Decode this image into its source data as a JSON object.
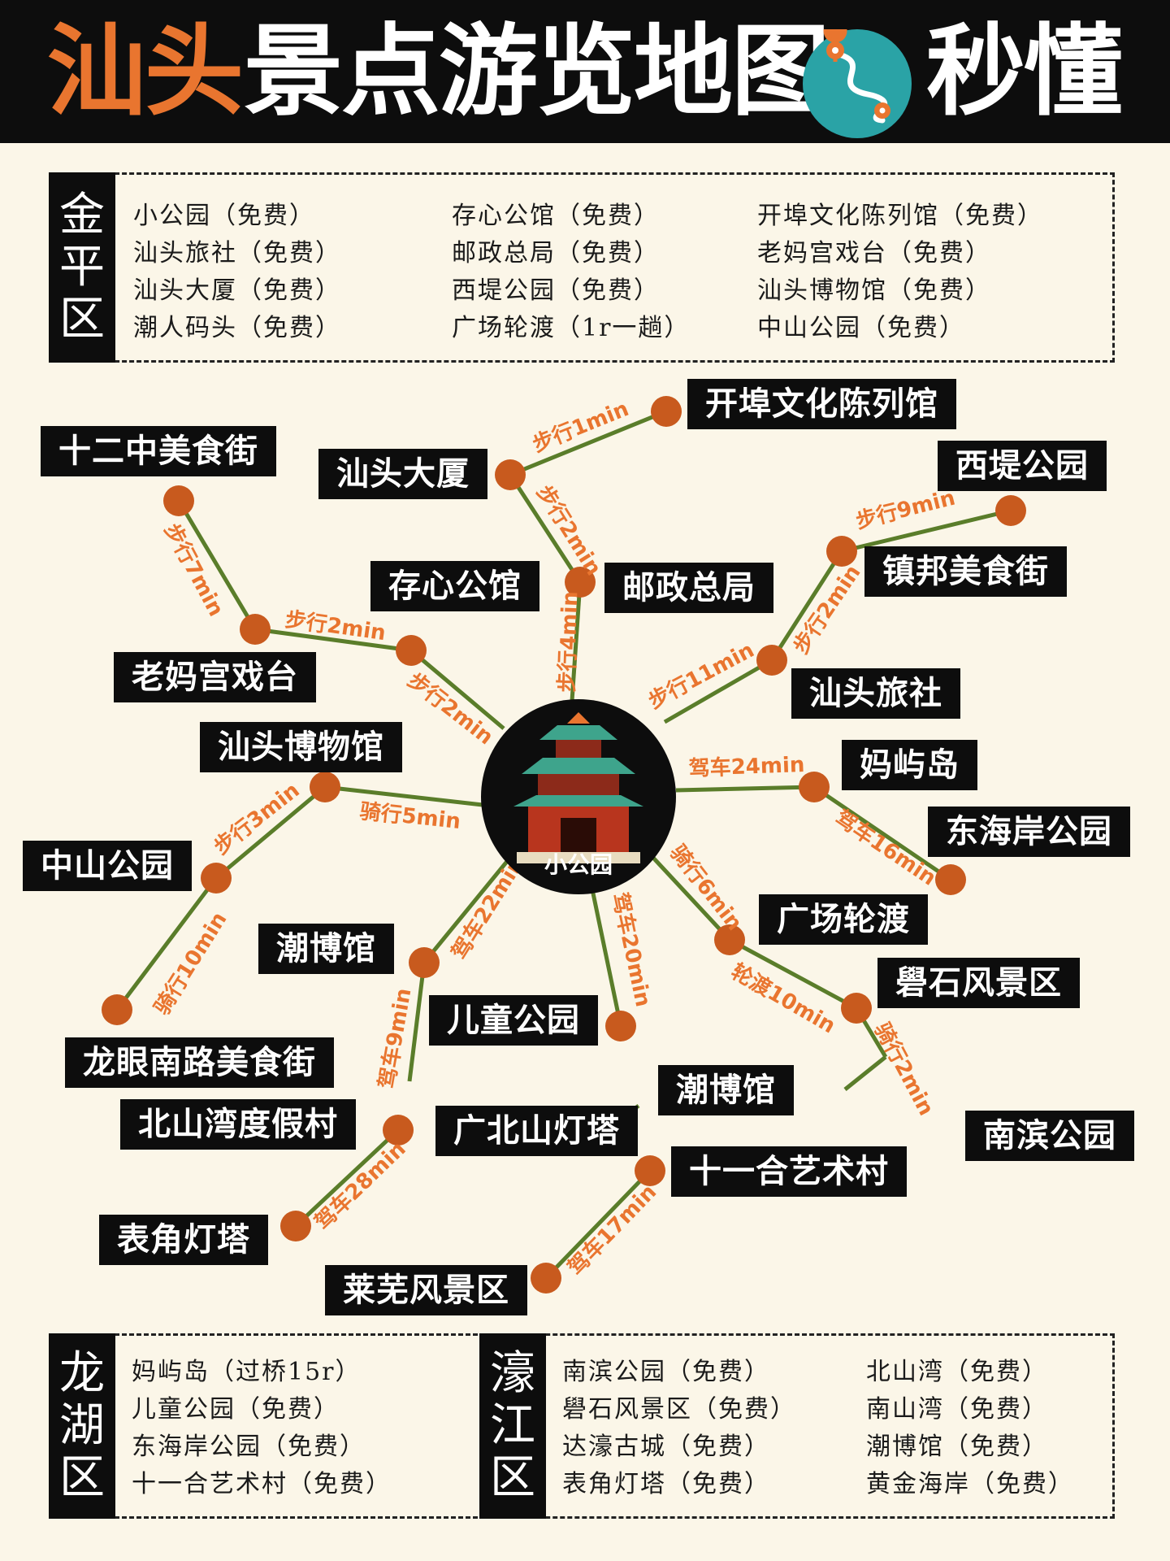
{
  "title": {
    "highlight": "汕头",
    "main": "景点游览地图",
    "suffix": "秒懂"
  },
  "districts": {
    "jinping": {
      "name": [
        "金",
        "平",
        "区"
      ],
      "items": [
        "小公园（免费）",
        "存心公馆（免费）",
        "开埠文化陈列馆（免费）",
        "汕头旅社（免费）",
        "邮政总局（免费）",
        "老妈宫戏台（免费）",
        "汕头大厦（免费）",
        "西堤公园（免费）",
        "汕头博物馆（免费）",
        "潮人码头（免费）",
        "广场轮渡（1r一趟）",
        "中山公园（免费）"
      ]
    },
    "longhu": {
      "name": [
        "龙",
        "湖",
        "区"
      ],
      "items": [
        "妈屿岛（过桥15r）",
        "儿童公园（免费）",
        "东海岸公园（免费）",
        "十一合艺术村（免费）"
      ]
    },
    "haojiang": {
      "name": [
        "濠",
        "江",
        "区"
      ],
      "items": [
        "南滨公园（免费）",
        "北山湾（免费）",
        "礐石风景区（免费）",
        "南山湾（免费）",
        "达濠古城（免费）",
        "潮博馆（免费）",
        "表角灯塔（免费）",
        "黄金海岸（免费）"
      ]
    }
  },
  "hub": {
    "name": "小公园"
  },
  "places": [
    "开埠文化陈列馆",
    "十二中美食街",
    "汕头大厦",
    "西堤公园",
    "存心公馆",
    "邮政总局",
    "镇邦美食街",
    "老妈宫戏台",
    "汕头旅社",
    "汕头博物馆",
    "妈屿岛",
    "东海岸公园",
    "中山公园",
    "潮博馆",
    "广场轮渡",
    "礐石风景区",
    "儿童公园",
    "龙眼南路美食街",
    "潮博馆",
    "北山湾度假村",
    "广北山灯塔",
    "南滨公园",
    "十一合艺术村",
    "表角灯塔",
    "莱芜风景区"
  ],
  "routes": [
    "步行1min",
    "步行2min",
    "步行4min",
    "步行7min",
    "步行2min",
    "步行2min",
    "步行9min",
    "步行2min",
    "步行11min",
    "驾车24min",
    "驾车16min",
    "骑行5min",
    "步行3min",
    "骑行10min",
    "驾车22min",
    "驾车9min",
    "驾车20min",
    "骑行6min",
    "轮渡10min",
    "骑行2min",
    "驾车28min",
    "驾车17min"
  ],
  "colors": {
    "accent": "#e9752f",
    "line": "#5a7d2a",
    "node": "#c85a1e",
    "dark": "#0d0d0d",
    "background": "#fbf6e8",
    "logo": "#2aa3a6"
  }
}
